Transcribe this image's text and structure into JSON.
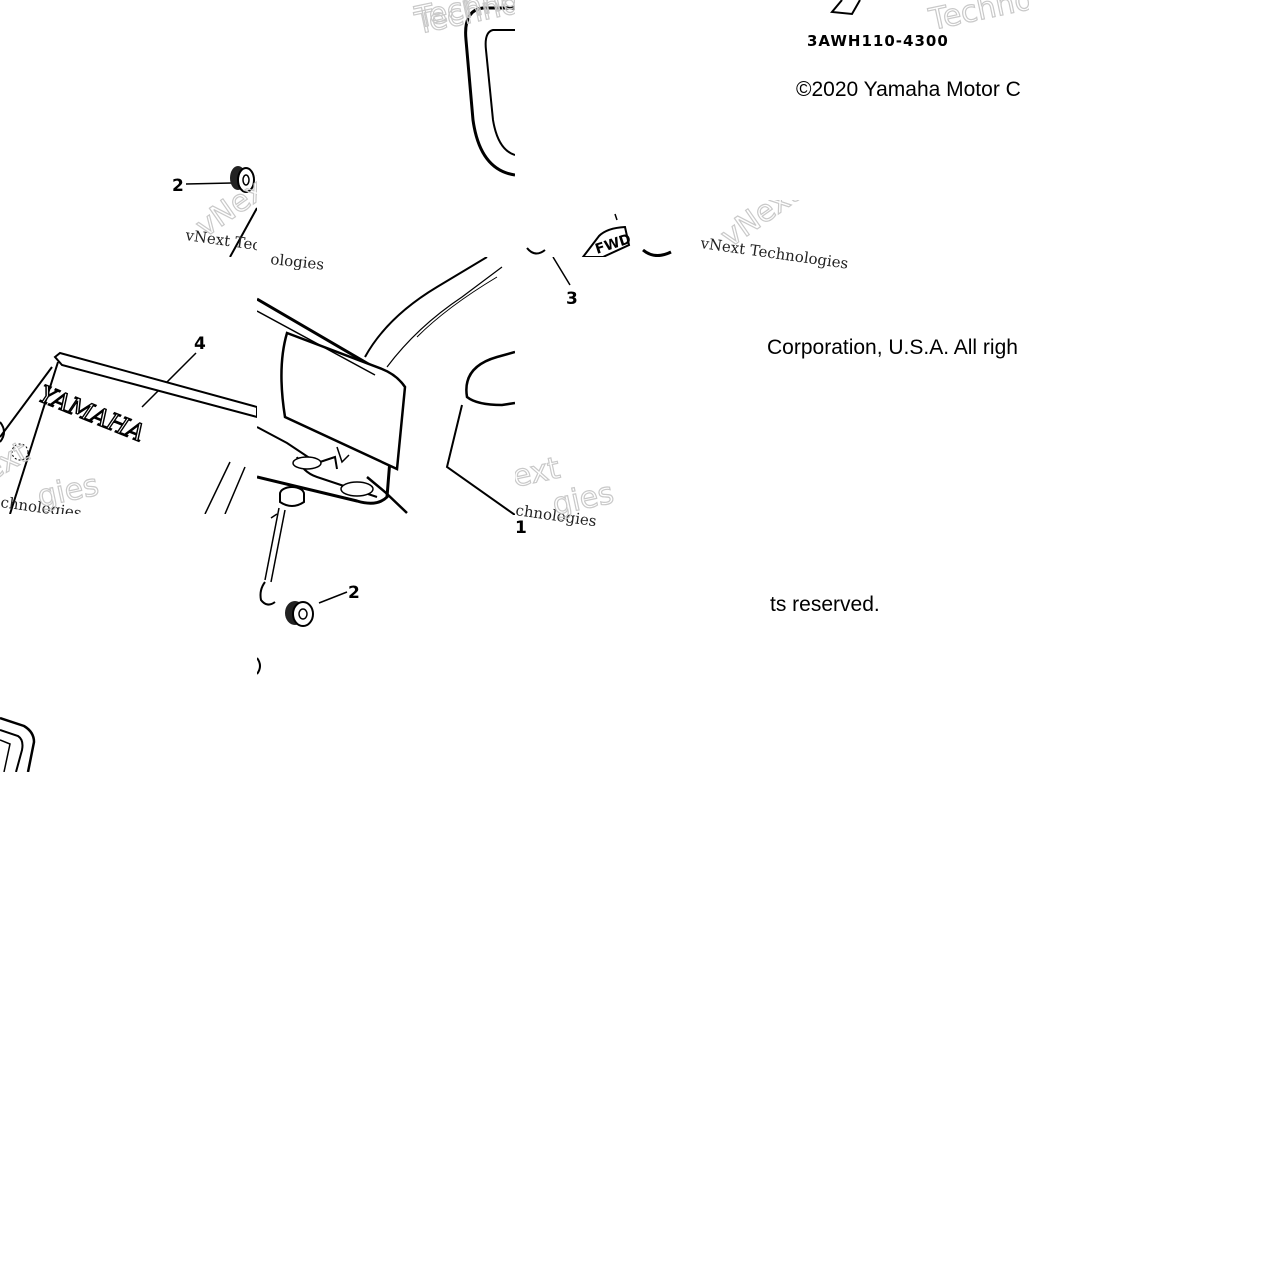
{
  "diagram": {
    "callouts": {
      "left_grommet": "2",
      "decal": "4",
      "fwd_decal": "3",
      "cover_part": "1",
      "bottom_grommet": "2"
    },
    "decal_text": "YAMAHA",
    "fwd_text": "FWD",
    "part_code": "3AWH110-4300"
  },
  "copyright": {
    "line1": "©2020 Yamaha Motor C",
    "line2": "Corporation, U.S.A. All righ",
    "line3": "ts reserved."
  },
  "watermark": {
    "brand_large": "Techno",
    "brand_vnext": "vNext",
    "tagline": "vNext Technologies",
    "fragment_ext": "ext",
    "fragment_chnologies": "chnologies",
    "fragment_gies": "gies",
    "fragment_ologies": "ologies"
  },
  "colors": {
    "line": "#000000",
    "watermark": "#c9c9c9",
    "background": "#ffffff"
  }
}
